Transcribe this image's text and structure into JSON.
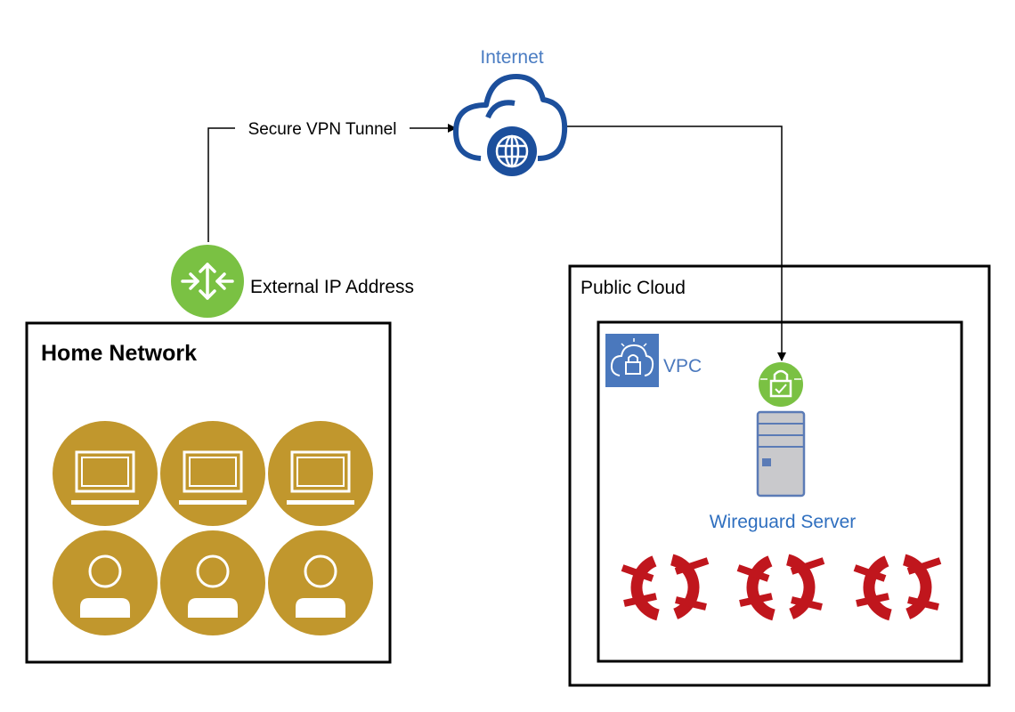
{
  "internet": {
    "label": "Internet",
    "icon": "cloud-globe-icon"
  },
  "tunnel": {
    "label": "Secure VPN Tunnel"
  },
  "router": {
    "label": "External IP Address",
    "icon": "router-icon"
  },
  "home_network": {
    "title": "Home Network",
    "devices": [
      "monitor-icon",
      "monitor-icon",
      "monitor-icon"
    ],
    "users": [
      "user-icon",
      "user-icon",
      "user-icon"
    ]
  },
  "public_cloud": {
    "title": "Public Cloud",
    "vpc": {
      "label": "VPC",
      "icon": "vpc-cloud-lock-icon"
    },
    "server": {
      "label": "Wireguard Server",
      "icon": "server-icon",
      "badge_icon": "lock-badge-icon"
    },
    "clusters": [
      "openshift-icon",
      "openshift-icon",
      "openshift-icon"
    ]
  },
  "colors": {
    "gold": "#C1972D",
    "green": "#7AC143",
    "cloud_blue": "#1C4F9C",
    "vpc_blue": "#4A78BD",
    "server_gray": "#C9C9CC",
    "server_stroke": "#5B7BB6",
    "openshift_red": "#C0161D",
    "label_blue": "#2F6FBF"
  }
}
